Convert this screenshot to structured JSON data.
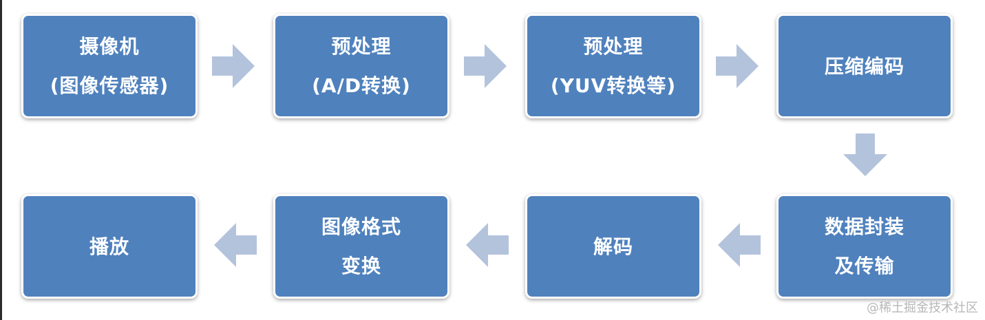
{
  "diagram": {
    "nodes": [
      {
        "id": "camera",
        "lines": [
          "摄像机",
          "(图像传感器)"
        ]
      },
      {
        "id": "preprocess-ad",
        "lines": [
          "预处理",
          "(A/D转换)"
        ]
      },
      {
        "id": "preprocess-yuv",
        "lines": [
          "预处理",
          "(YUV转换等)"
        ]
      },
      {
        "id": "compress-encode",
        "lines": [
          "压缩编码"
        ]
      },
      {
        "id": "encapsulate-transmit",
        "lines": [
          "数据封装",
          "及传输"
        ]
      },
      {
        "id": "decode",
        "lines": [
          "解码"
        ]
      },
      {
        "id": "format-convert",
        "lines": [
          "图像格式",
          "变换"
        ]
      },
      {
        "id": "playback",
        "lines": [
          "播放"
        ]
      }
    ],
    "edges": [
      {
        "from": "camera",
        "to": "preprocess-ad"
      },
      {
        "from": "preprocess-ad",
        "to": "preprocess-yuv"
      },
      {
        "from": "preprocess-yuv",
        "to": "compress-encode"
      },
      {
        "from": "compress-encode",
        "to": "encapsulate-transmit"
      },
      {
        "from": "encapsulate-transmit",
        "to": "decode"
      },
      {
        "from": "decode",
        "to": "format-convert"
      },
      {
        "from": "format-convert",
        "to": "playback"
      }
    ]
  },
  "colors": {
    "node_fill": "#4f81bd",
    "node_text": "#ffffff",
    "arrow_fill": "#b3c3dc",
    "watermark_text": "#b7b7b7"
  },
  "watermark": {
    "text": "@稀土掘金技术社区"
  }
}
